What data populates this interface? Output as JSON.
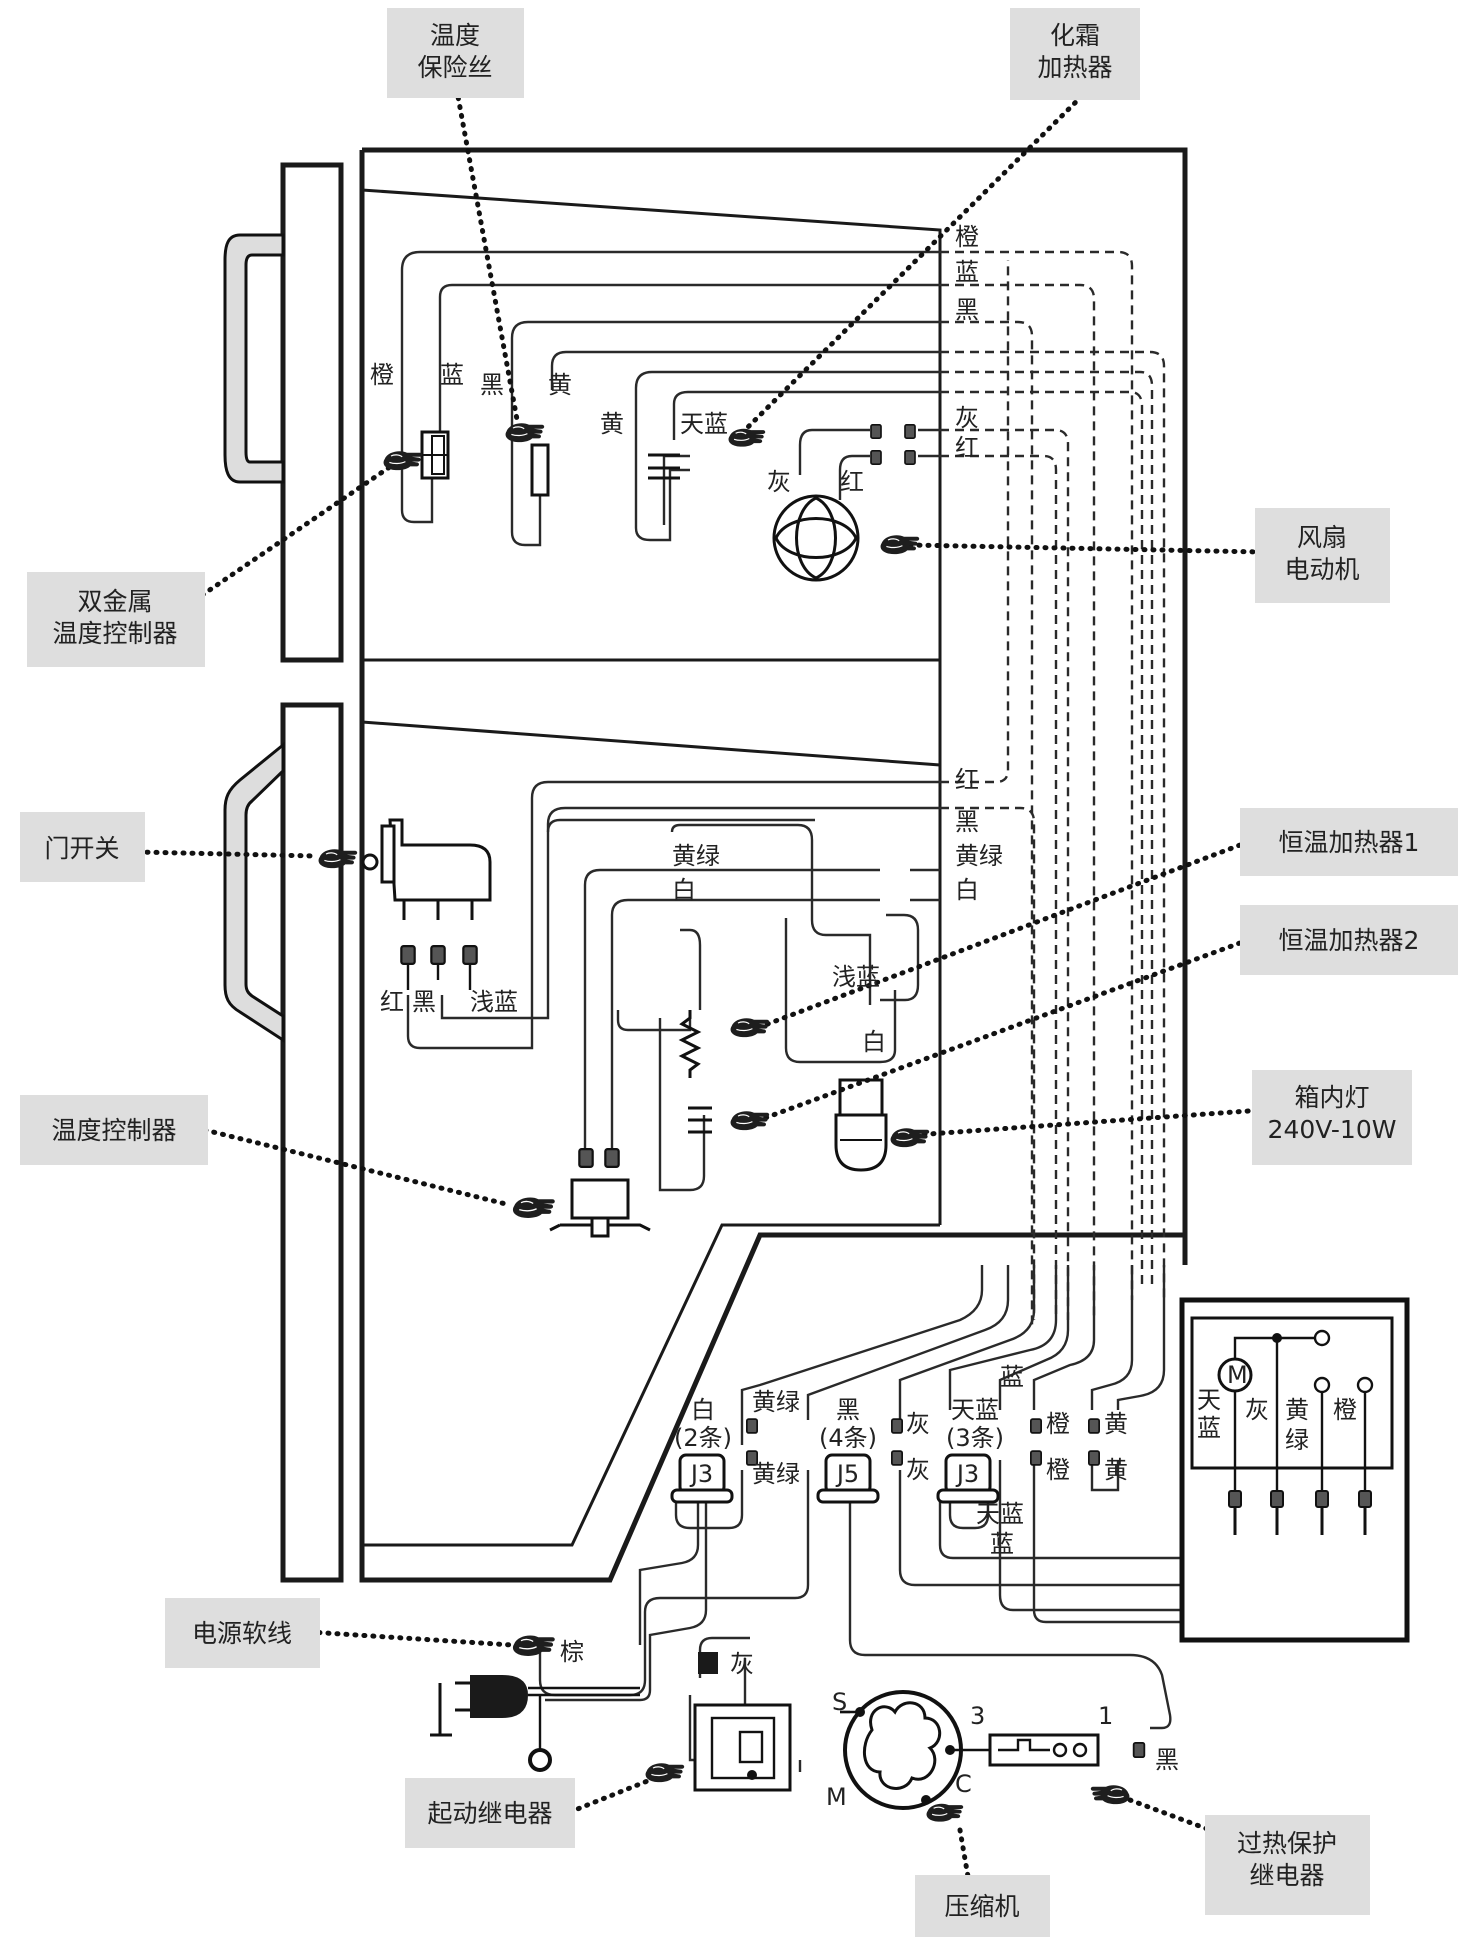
{
  "callouts": {
    "temp_fuse": [
      "温度",
      "保险丝"
    ],
    "defrost_heater": [
      "化霜",
      "加热器"
    ],
    "bimetal_controller": [
      "双金属",
      "温度控制器"
    ],
    "fan_motor": [
      "风扇",
      "电动机"
    ],
    "door_switch": "门开关",
    "heater1": "恒温加热器1",
    "heater2": "恒温加热器2",
    "lamp": [
      "箱内灯",
      "240V-10W"
    ],
    "temp_controller": "温度控制器",
    "power_cord": "电源软线",
    "start_relay": "起动继电器",
    "compressor": "压缩机",
    "overload_relay": [
      "过热保护",
      "继电器"
    ]
  },
  "wire_labels": {
    "orange": "橙",
    "blue": "蓝",
    "black": "黑",
    "yellow": "黄",
    "sky_blue": "天蓝",
    "gray": "灰",
    "red": "红",
    "yellow_green": "黄绿",
    "white": "白",
    "light_blue": "浅蓝",
    "brown": "棕"
  },
  "connectors": {
    "j3_left_top": "白",
    "j3_left_count": "(2条)",
    "j3_left_name": "J3",
    "j5_top": "黑",
    "j5_count": "(4条)",
    "j5_name": "J5",
    "j3_right_top": "天蓝",
    "j3_right_count": "(3条)",
    "j3_right_name": "J3"
  },
  "compressor": {
    "s": "S",
    "m": "M",
    "c": "C",
    "motor": "M"
  },
  "overload": {
    "pin3": "3",
    "pin1": "1"
  },
  "timer": {
    "sky_blue": [
      "天",
      "蓝"
    ],
    "gray": "灰",
    "yellow_green": [
      "黄",
      "绿"
    ],
    "orange": "橙"
  }
}
